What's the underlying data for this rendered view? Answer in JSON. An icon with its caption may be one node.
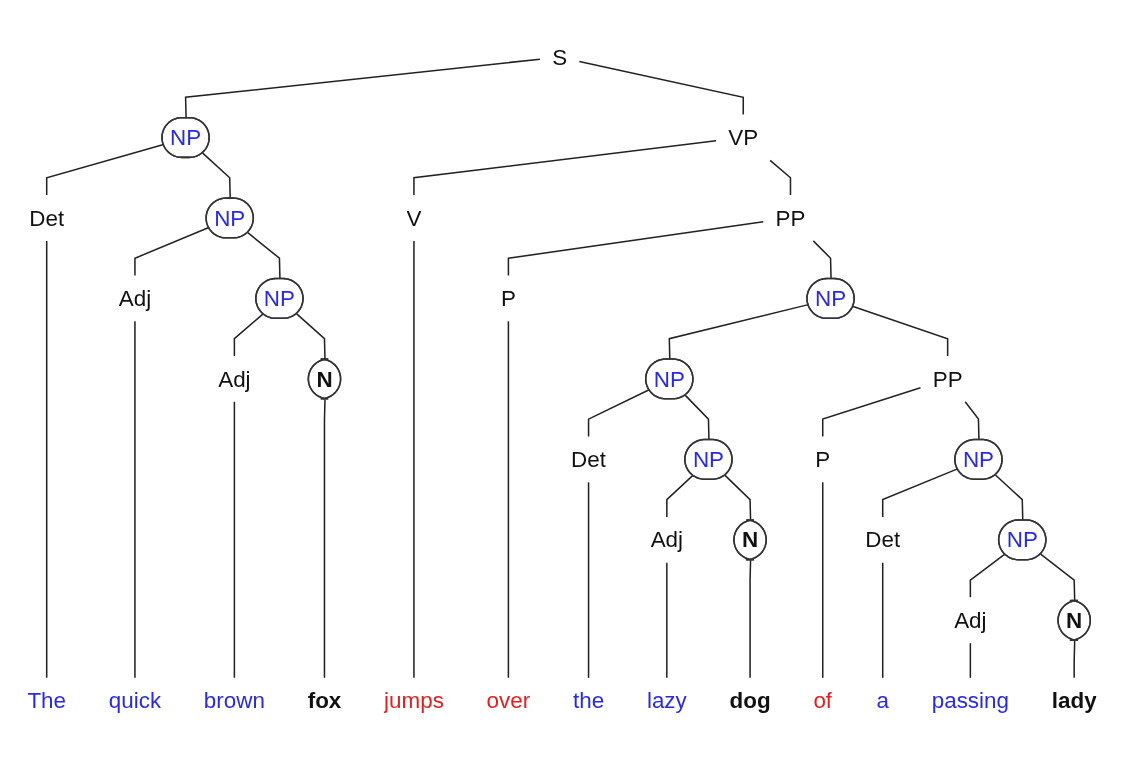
{
  "diagram": {
    "nodes": [
      {
        "text": [
          "S"
        ]
      },
      {
        "text": [
          "NP"
        ]
      },
      {
        "text": [
          "VP"
        ]
      },
      {
        "text": [
          "Det"
        ]
      },
      {
        "text": [
          "NP"
        ]
      },
      {
        "text": [
          "V"
        ]
      },
      {
        "text": [
          "PP"
        ]
      },
      {
        "text": [
          "Adj"
        ]
      },
      {
        "text": [
          "NP"
        ]
      },
      {
        "text": [
          "P"
        ]
      },
      {
        "text": [
          "NP"
        ]
      },
      {
        "text": [
          "Adj"
        ]
      },
      {
        "text": [
          "N"
        ]
      },
      {
        "text": [
          "NP"
        ]
      },
      {
        "text": [
          "PP"
        ]
      },
      {
        "text": [
          "Det"
        ]
      },
      {
        "text": [
          "NP"
        ]
      },
      {
        "text": [
          "P"
        ]
      },
      {
        "text": [
          "NP"
        ]
      },
      {
        "text": [
          "Adj"
        ]
      },
      {
        "text": [
          "N"
        ]
      },
      {
        "text": [
          "Det"
        ]
      },
      {
        "text": [
          "NP"
        ]
      },
      {
        "text": [
          "Adj"
        ]
      },
      {
        "text": [
          "N"
        ]
      },
      {
        "text": [
          "The"
        ]
      },
      {
        "text": [
          "quick"
        ]
      },
      {
        "text": [
          "brown"
        ]
      },
      {
        "text": [
          "fox"
        ]
      },
      {
        "text": [
          "jumps"
        ]
      },
      {
        "text": [
          "over"
        ]
      },
      {
        "text": [
          "the"
        ]
      },
      {
        "text": [
          "lazy"
        ]
      },
      {
        "text": [
          "dog"
        ]
      },
      {
        "text": [
          "of"
        ]
      },
      {
        "text": [
          "a"
        ]
      },
      {
        "text": [
          "passing"
        ]
      },
      {
        "text": [
          "lady"
        ]
      }
    ],
    "edges": [
      {
        "from": 0,
        "to": 1,
        "arrow": "none"
      },
      {
        "from": 0,
        "to": 2,
        "arrow": "none"
      },
      {
        "from": 1,
        "to": 3,
        "arrow": "none"
      },
      {
        "from": 1,
        "to": 4,
        "arrow": "none"
      },
      {
        "from": 2,
        "to": 5,
        "arrow": "none"
      },
      {
        "from": 2,
        "to": 6,
        "arrow": "none"
      },
      {
        "from": 4,
        "to": 7,
        "arrow": "none"
      },
      {
        "from": 4,
        "to": 8,
        "arrow": "none"
      },
      {
        "from": 6,
        "to": 9,
        "arrow": "none"
      },
      {
        "from": 6,
        "to": 10,
        "arrow": "none"
      },
      {
        "from": 8,
        "to": 11,
        "arrow": "none"
      },
      {
        "from": 8,
        "to": 12,
        "arrow": "none"
      },
      {
        "from": 10,
        "to": 13,
        "arrow": "none"
      },
      {
        "from": 10,
        "to": 14,
        "arrow": "none"
      },
      {
        "from": 13,
        "to": 15,
        "arrow": "none"
      },
      {
        "from": 13,
        "to": 16,
        "arrow": "none"
      },
      {
        "from": 14,
        "to": 17,
        "arrow": "none"
      },
      {
        "from": 14,
        "to": 18,
        "arrow": "none"
      },
      {
        "from": 16,
        "to": 19,
        "arrow": "none"
      },
      {
        "from": 16,
        "to": 20,
        "arrow": "none"
      },
      {
        "from": 18,
        "to": 21,
        "arrow": "none"
      },
      {
        "from": 18,
        "to": 22,
        "arrow": "none"
      },
      {
        "from": 22,
        "to": 23,
        "arrow": "none"
      },
      {
        "from": 22,
        "to": 24,
        "arrow": "none"
      },
      {
        "from": 3,
        "to": 25,
        "arrow": "none"
      },
      {
        "from": 7,
        "to": 26,
        "arrow": "none"
      },
      {
        "from": 11,
        "to": 27,
        "arrow": "none"
      },
      {
        "from": 12,
        "to": 28,
        "arrow": "none"
      },
      {
        "from": 5,
        "to": 29,
        "arrow": "none"
      },
      {
        "from": 9,
        "to": 30,
        "arrow": "none"
      },
      {
        "from": 15,
        "to": 31,
        "arrow": "none"
      },
      {
        "from": 19,
        "to": 32,
        "arrow": "none"
      },
      {
        "from": 20,
        "to": 33,
        "arrow": "none"
      },
      {
        "from": 17,
        "to": 34,
        "arrow": "none"
      },
      {
        "from": 21,
        "to": 35,
        "arrow": "none"
      },
      {
        "from": 23,
        "to": 36,
        "arrow": "none"
      },
      {
        "from": 24,
        "to": 37,
        "arrow": "none"
      }
    ]
  }
}
